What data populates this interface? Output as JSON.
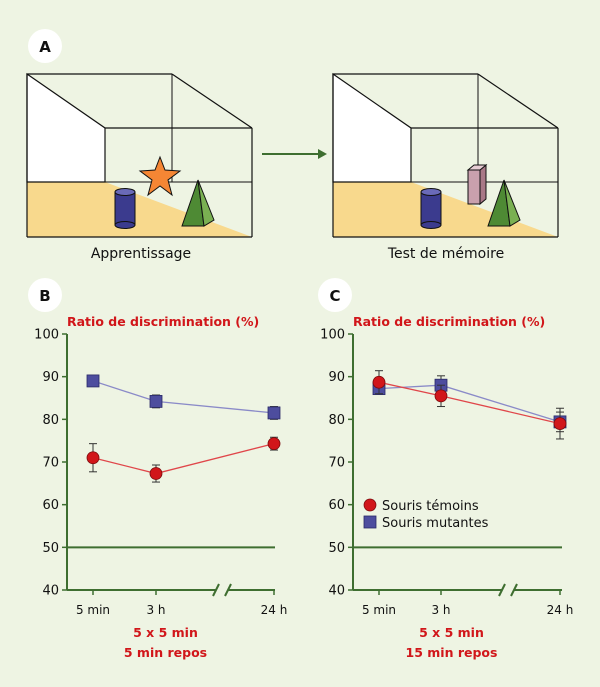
{
  "panels": {
    "a": "A",
    "b": "B",
    "c": "C"
  },
  "captions": {
    "learning": "Apprentissage",
    "memory_test": "Test de mémoire"
  },
  "colors": {
    "background": "#eef4e3",
    "axis": "#3e6e30",
    "temoin": "#d1161a",
    "mutante": "#4d4d9e",
    "label": "#d1161a"
  },
  "legend": {
    "temoin": "Souris témoins",
    "mutante": "Souris mutantes"
  },
  "chart_data": [
    {
      "type": "line",
      "ylabel": "Ratio de discrimination (%)",
      "categories": [
        "5 min",
        "3 h",
        "24 h"
      ],
      "ylim": [
        40,
        100
      ],
      "yticks": [
        "40",
        "50",
        "60",
        "70",
        "80",
        "90",
        "100"
      ],
      "reference_line": 50,
      "axis_break": true,
      "note": [
        "5 x 5 min",
        "5 min repos"
      ],
      "series": [
        {
          "name": "Souris témoins",
          "values": [
            71,
            67.3,
            74.3
          ],
          "errors": [
            3.3,
            2,
            1.5
          ]
        },
        {
          "name": "Souris mutantes",
          "values": [
            89,
            84.2,
            81.5
          ],
          "errors": [
            0.9,
            1.5,
            1.5
          ]
        }
      ]
    },
    {
      "type": "line",
      "ylabel": "Ratio de discrimination (%)",
      "categories": [
        "5 min",
        "3 h",
        "24 h"
      ],
      "ylim": [
        40,
        100
      ],
      "yticks": [
        "40",
        "50",
        "60",
        "70",
        "80",
        "90",
        "100"
      ],
      "reference_line": 50,
      "axis_break": true,
      "note": [
        "5 x 5 min",
        "15 min repos"
      ],
      "series": [
        {
          "name": "Souris témoins",
          "values": [
            88.7,
            85.5,
            79
          ],
          "errors": [
            2.7,
            2.5,
            3.6
          ]
        },
        {
          "name": "Souris mutantes",
          "values": [
            87.2,
            88,
            79.4
          ],
          "errors": [
            1.2,
            2.2,
            2.3
          ]
        }
      ]
    }
  ]
}
